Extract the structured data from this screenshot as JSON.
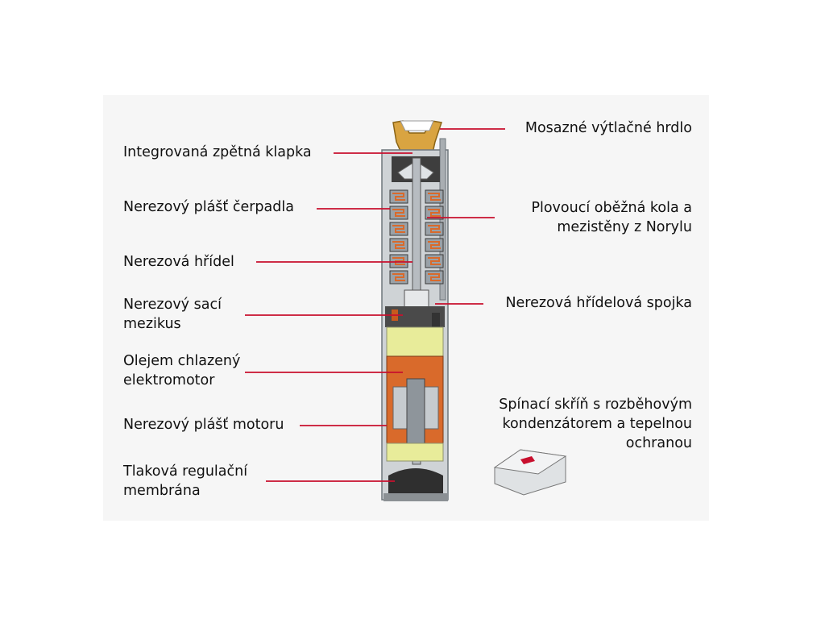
{
  "labels": {
    "left": [
      {
        "id": "check-valve",
        "lines": [
          "Integrovaná zpětná klapka"
        ]
      },
      {
        "id": "pump-casing",
        "lines": [
          "Nerezový plášť čerpadla"
        ]
      },
      {
        "id": "shaft",
        "lines": [
          "Nerezová hřídel"
        ]
      },
      {
        "id": "suction-interconnector",
        "lines": [
          "Nerezový sací",
          "mezikus"
        ]
      },
      {
        "id": "oil-cooled-motor",
        "lines": [
          "Olejem chlazený",
          "elektromotor"
        ]
      },
      {
        "id": "motor-casing",
        "lines": [
          "Nerezový plášť motoru"
        ]
      },
      {
        "id": "pressure-diaphragm",
        "lines": [
          "Tlaková regulační",
          "membrána"
        ]
      }
    ],
    "right": [
      {
        "id": "brass-discharge",
        "lines": [
          "Mosazné výtlačné hrdlo"
        ]
      },
      {
        "id": "impellers-diffusers",
        "lines": [
          "Plovoucí oběžná kola a",
          "mezistěny z Norylu"
        ]
      },
      {
        "id": "shaft-coupling",
        "lines": [
          "Nerezová hřídelová spojka"
        ]
      },
      {
        "id": "control-box",
        "lines": [
          "Spínací skříň s rozběhovým",
          "kondenzátorem a tepelnou",
          "ochranou"
        ]
      }
    ]
  },
  "colors": {
    "leader_line": "#c8102e",
    "brass": "#d9a441",
    "steel": "#b9bec4",
    "copper": "#d96a2b",
    "oil_green": "#e8ec9a",
    "dark": "#3a3a3a"
  }
}
